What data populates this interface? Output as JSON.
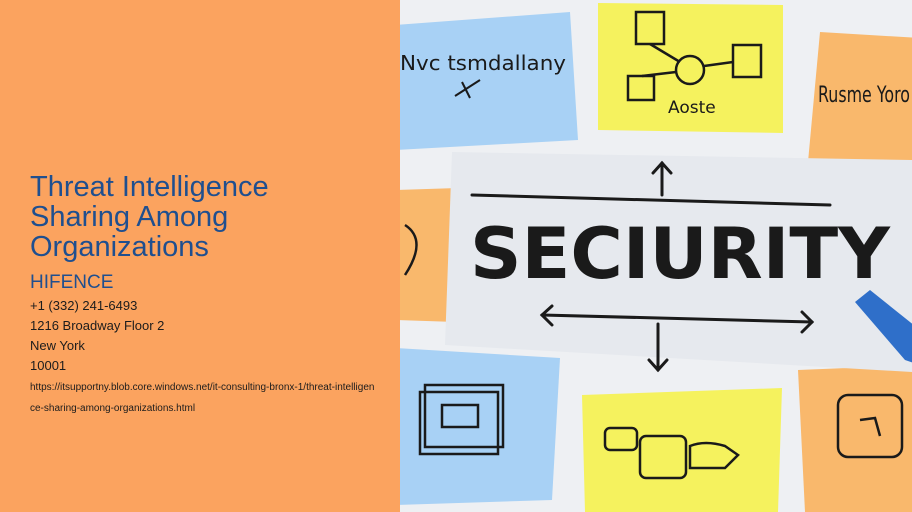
{
  "title": "Threat Intelligence Sharing Among Organizations",
  "company": "HIFENCE",
  "phone": "+1 (332) 241-6493",
  "address_line1": "1216 Broadway Floor 2",
  "city": "New York",
  "zip": "10001",
  "url": "https://itsupportny.blob.core.windows.net/it-consulting-bronx-1/threat-intelligence-sharing-among-organizations.html",
  "image": {
    "main_word": "SECIURITY",
    "note_left": "Nvc tsmdallany",
    "note_center": "Aoste",
    "note_right": "Rusme Yoro"
  },
  "colors": {
    "panel": "#fba35f",
    "title": "#1f4f8f",
    "note_blue": "#a8d1f5",
    "note_yellow": "#f5f25e",
    "note_orange": "#f9b86c"
  }
}
